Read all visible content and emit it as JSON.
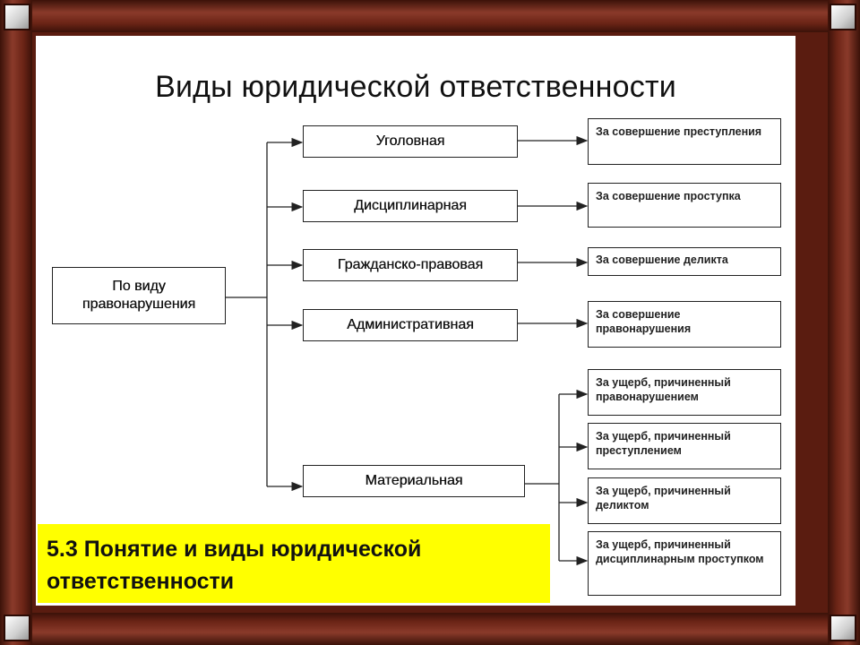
{
  "title": "Виды юридической ответственности",
  "root_label": "По виду правонарушения",
  "types": [
    "Уголовная",
    "Дисциплинарная",
    "Гражданско-правовая",
    "Административная",
    "Материальная"
  ],
  "results": [
    "За совершение преступления",
    "За совершение проступка",
    "За совершение деликта",
    "За совершение правонарушения",
    "За ущерб, причиненный правонарушением",
    "За ущерб, причиненный преступлением",
    "За ущерб, причиненный деликтом",
    "За ущерб, причиненный дисциплинарным проступком"
  ],
  "banner": "5.3 Понятие и виды юридической ответственности"
}
